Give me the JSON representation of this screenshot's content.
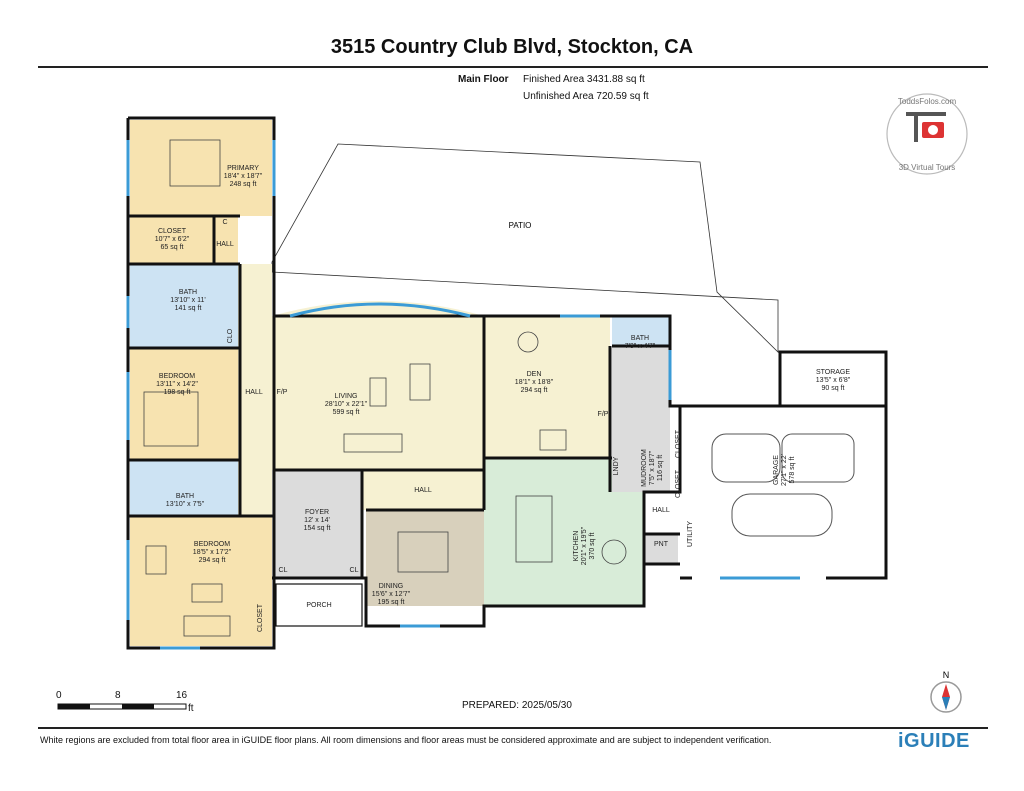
{
  "header": {
    "title": "3515 Country Club Blvd, Stockton, CA"
  },
  "floor": {
    "name": "Main Floor",
    "finished": "Finished Area 3431.88 sq ft",
    "unfinished": "Unfinished Area 720.59 sq ft"
  },
  "rooms": {
    "primary": {
      "name": "PRIMARY",
      "dim": "18'4\" x 18'7\"",
      "area": "248 sq ft"
    },
    "closet": {
      "name": "CLOSET",
      "dim": "10'7\" x 6'2\"",
      "area": "65 sq ft"
    },
    "hall_small": "HALL",
    "c": "C",
    "bath1": {
      "name": "BATH",
      "dim": "13'10\" x 11'",
      "area": "141 sq ft"
    },
    "clo": "CLO",
    "bedroom1": {
      "name": "BEDROOM",
      "dim": "13'11\" x 14'2\"",
      "area": "198 sq ft"
    },
    "hall_main": "HALL",
    "bath2": {
      "name": "BATH",
      "dim": "13'10\" x 7'5\""
    },
    "bedroom2": {
      "name": "BEDROOM",
      "dim": "18'5\" x 17'2\"",
      "area": "294 sq ft"
    },
    "closet2": "CLOSET",
    "fp1": "F/P",
    "living": {
      "name": "LIVING",
      "dim": "28'10\" x 22'1\"",
      "area": "599 sq ft"
    },
    "patio": "PATIO",
    "den": {
      "name": "DEN",
      "dim": "18'1\" x 18'8\"",
      "area": "294 sq ft"
    },
    "fp2": "F/P",
    "bath3": {
      "name": "BATH",
      "dim": "7'3\" x 4'7\""
    },
    "mudroom": {
      "name": "MUDROOM",
      "dim": "7'5\" x 18'7\"",
      "area": "116 sq ft"
    },
    "lndy": "LNDY",
    "closet3": "CLOSET",
    "closet4": "CLOSET",
    "storage": {
      "name": "STORAGE",
      "dim": "13'5\" x 6'8\"",
      "area": "90 sq ft"
    },
    "garage": {
      "name": "GARAGE",
      "dim": "27'1\" x 22'",
      "area": "578 sq ft"
    },
    "hall_center": "HALL",
    "foyer": {
      "name": "FOYER",
      "dim": "12' x 14'",
      "area": "154 sq ft"
    },
    "cl1": "CL",
    "cl2": "CL",
    "porch": "PORCH",
    "dining": {
      "name": "DINING",
      "dim": "15'6\" x 12'7\"",
      "area": "195 sq ft"
    },
    "kitchen": {
      "name": "KITCHEN",
      "dim": "20'1\" x 19'5\"",
      "area": "370 sq ft"
    },
    "hall_kitchen": "HALL",
    "pnt": "PNT",
    "utility": "UTILITY"
  },
  "scale": {
    "zero": "0",
    "mid": "8",
    "max": "16",
    "unit": "ft"
  },
  "prepared": "PREPARED: 2025/05/30",
  "disclaimer": "White regions are excluded from total floor area in iGUIDE floor plans. All room dimensions and floor areas must be considered approximate and are subject to independent verification.",
  "logo": "iGUIDE",
  "watermark": {
    "top": "ToddsFolos.com",
    "bottom": "3D Virtual Tours"
  },
  "compass": "N",
  "colors": {
    "bedroom": "#f7e3b0",
    "bath": "#cde3f3",
    "living": "#f6f1d2",
    "kitchen": "#d8ecd8",
    "foyer": "#dcdcdc",
    "dining": "#d8d0bc",
    "window": "#3b9bd6",
    "accent": "#2b7fb8"
  }
}
